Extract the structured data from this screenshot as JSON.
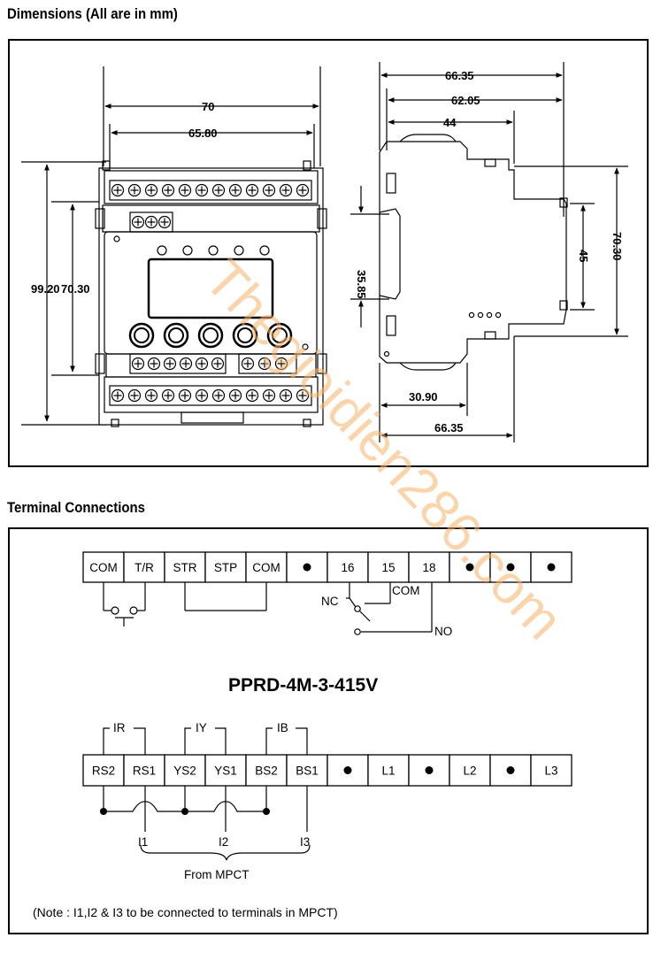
{
  "headings": {
    "dimensions": "Dimensions (All are in mm)",
    "terminals": "Terminal Connections"
  },
  "front_view": {
    "width_outer": "70",
    "width_inner": "65.80",
    "height_outer": "99.20",
    "height_inner": "70.30"
  },
  "side_view": {
    "top_total": "66.35",
    "top_mid": "62.05",
    "top_short": "44",
    "left_height": "35.85",
    "right_inner": "45",
    "right_outer": "70.30",
    "bottom_short": "30.90",
    "bottom_total": "66.35"
  },
  "top_row": {
    "labels": [
      "COM",
      "T/R",
      "STR",
      "STP",
      "COM",
      "●",
      "16",
      "15",
      "18",
      "●",
      "●",
      "●"
    ],
    "relay_nc": "NC",
    "relay_com": "COM",
    "relay_no": "NO"
  },
  "model": "PPRD-4M-3-415V",
  "bottom_row": {
    "labels": [
      "RS2",
      "RS1",
      "YS2",
      "YS1",
      "BS2",
      "BS1",
      "●",
      "L1",
      "●",
      "L2",
      "●",
      "L3"
    ],
    "ct_r": "IR",
    "ct_y": "IY",
    "ct_b": "IB",
    "i1": "I1",
    "i2": "I2",
    "i3": "I3",
    "from": "From MPCT"
  },
  "note": "(Note : I1,I2 & I3 to be connected to terminals in MPCT)",
  "watermark": "Thegioidien286.com"
}
